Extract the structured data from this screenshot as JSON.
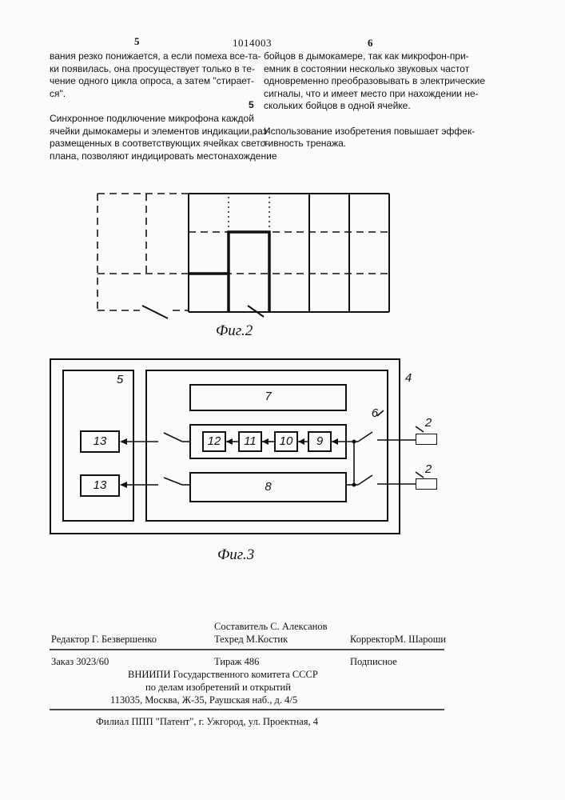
{
  "header": {
    "page_left": "5",
    "doc_number": "1014003",
    "page_right": "6"
  },
  "left_column": {
    "lines": [
      "вания резко понижается, а если помеха все-та-",
      "ки появилась, она просуществует только в те-",
      "чение одного цикла опроса, а затем \"стирает-",
      "ся\".",
      "",
      "   Синхронное подключение микрофона каждой",
      "ячейки дымокамеры и элементов индикации,раз-",
      "размещенных в соответствующих ячейках свето-",
      "плана, позволяют индицировать местонахождение"
    ]
  },
  "right_column": {
    "lines": [
      "бойцов в дымокамере, так как микрофон-при-",
      "емник в состоянии несколько звуковых частот",
      "одновременно преобразовывать в электрические",
      "сигналы, что и имеет место при нахождении не-",
      "скольких бойцов в одной ячейке.",
      "",
      "   Использование изобретения повышает эффек-",
      "тивность тренажа."
    ]
  },
  "line_marker": "5",
  "figure2": {
    "caption": "Фиг.2"
  },
  "figure3": {
    "caption": "Фиг.3",
    "labels": {
      "block5": "5",
      "block4": "4",
      "block6": "6",
      "block7": "7",
      "block8": "8",
      "block9": "9",
      "block10": "10",
      "block11": "11",
      "block12": "12",
      "block13a": "13",
      "block13b": "13",
      "mic_top": "2",
      "mic_bottom": "2"
    }
  },
  "colophon": {
    "compiler": "Составитель С. Алексанов",
    "editor": "Редактор Г. Безвершенко",
    "techred": "Техред М.Костик",
    "corrector": "КорректорМ. Шароши",
    "order": "Заказ 3023/60",
    "circulation": "Тираж 486",
    "subscription": "Подписное",
    "org1": "ВНИИПИ Государственного комитета СССР",
    "org2": "по делам изобретений и открытий",
    "address": "113035, Москва, Ж-35, Раушская наб., д. 4/5",
    "branch": "Филиал ППП \"Патент\", г. Ужгород, ул. Проектная, 4"
  }
}
